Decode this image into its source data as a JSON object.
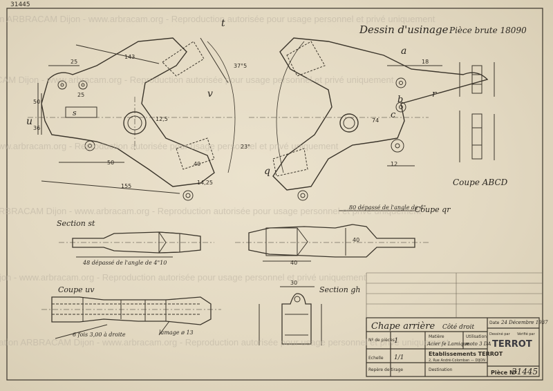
{
  "corner_ref": "31445",
  "title": "Dessin d'usinage",
  "subtitle": "Pièce brute 18090",
  "section_labels": {
    "st": "Section st",
    "qr": "Coupe qr",
    "uv": "Coupe uv",
    "gh": "Section gh",
    "abcd": "Coupe ABCD"
  },
  "letters": {
    "t": "t",
    "u": "u",
    "v": "v",
    "q": "q",
    "a": "a",
    "b": "b",
    "c": "c",
    "r": "r",
    "s": "s"
  },
  "dims": {
    "d25a": "25",
    "d143": "143",
    "d50": "50",
    "d36": "36",
    "d25b": "25",
    "d12": "12,5",
    "d50b": "50",
    "d155": "155",
    "d40": "40",
    "d40b": "40",
    "d37": "37°5",
    "d23": "23°",
    "d74": "74",
    "d1425": "14,25",
    "d30": "30",
    "d40c": "40",
    "d18": "18",
    "d12b": "12"
  },
  "notes": {
    "n1": "48 dépassé de l'angle de 4\"10",
    "n2": "80 dépassé de l'angle de 4\"",
    "n3": "6 fois 3,00 à droite",
    "n4": "lamage ø 13"
  },
  "title_block": {
    "part_name": "Chape arrière",
    "part_side": "Côté droit",
    "date_label": "Date",
    "date_value": "24 Décembre 1937",
    "drawn_label": "Dessiné par",
    "checked_label": "Vérifié par",
    "qty_label": "Nº de pièces",
    "qty_value": "1",
    "matiere_label": "Matière",
    "matiere_value": "Acier fe Lamique",
    "util_label": "Utilisation",
    "util_value": "moto 3 DA",
    "company": "Etablissements TERROT",
    "address": "2, Rue André-Colomban — DIJON",
    "echelle_label": "Echelle",
    "echelle_value": "1/1",
    "repere_label": "Repère de tirage",
    "dest_label": "Destination",
    "piece_label": "Pièce Nº",
    "piece_value": "31445",
    "stamp": "TERROT"
  },
  "watermark": "Association ARBRACAM Dijon - www.arbracam.org - Reproduction autorisée pour usage personnel et privé uniquement"
}
